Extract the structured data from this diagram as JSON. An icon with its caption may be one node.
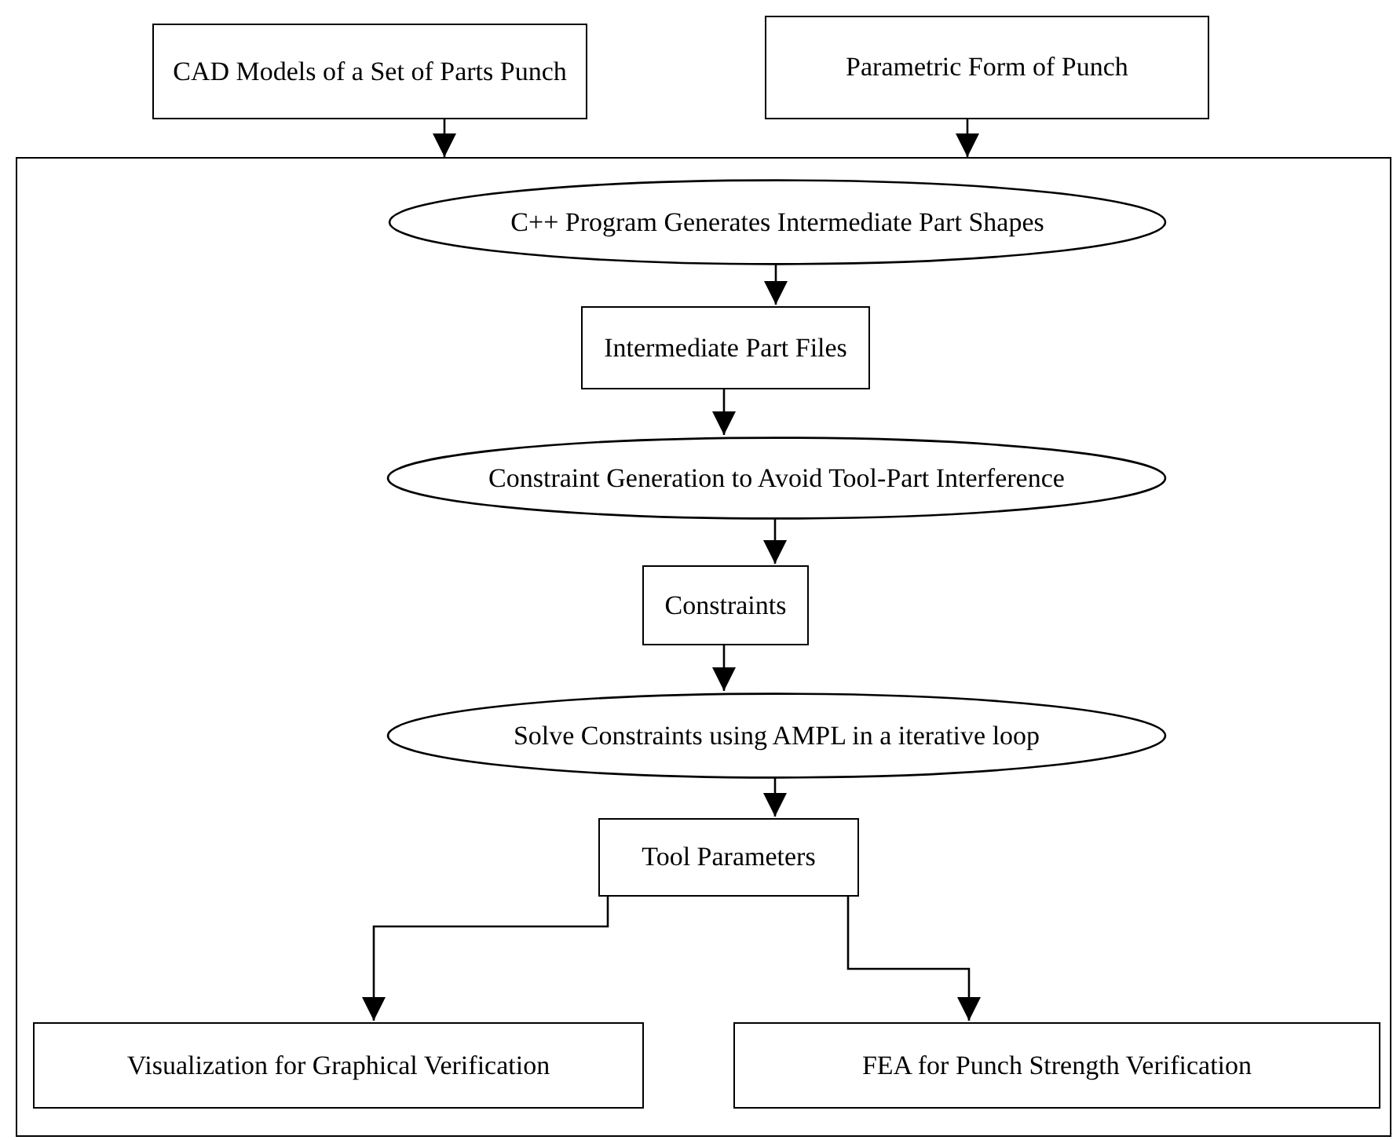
{
  "diagram": {
    "nodes": [
      {
        "text": [
          "CAD Models of a Set of Parts Punch"
        ]
      },
      {
        "text": [
          "Parametric Form of Punch"
        ]
      },
      {
        "text": [],
        "shape": "box"
      },
      {
        "text": [
          "C++ Program Generates Intermediate Part Shapes"
        ],
        "in": 2
      },
      {
        "text": [
          "Intermediate Part Files"
        ],
        "in": 2
      },
      {
        "text": [
          "Constraint Generation to Avoid Tool-Part Interference"
        ],
        "in": 2
      },
      {
        "text": [
          "Constraints"
        ],
        "in": 2
      },
      {
        "text": [
          "Solve Constraints using AMPL in a iterative loop"
        ],
        "in": 2
      },
      {
        "text": [
          "Tool Parameters"
        ],
        "in": 2
      },
      {
        "text": [
          "Visualization for Graphical Verification"
        ],
        "in": 2
      },
      {
        "text": [
          "FEA for Punch Strength Verification"
        ],
        "in": 2
      }
    ],
    "edges": [
      {
        "from": 0,
        "to": 2,
        "arrow": "to"
      },
      {
        "from": 1,
        "to": 2,
        "arrow": "to"
      },
      {
        "from": 3,
        "to": 4,
        "arrow": "to"
      },
      {
        "from": 4,
        "to": 5,
        "arrow": "to"
      },
      {
        "from": 5,
        "to": 6,
        "arrow": "to"
      },
      {
        "from": 6,
        "to": 7,
        "arrow": "to"
      },
      {
        "from": 7,
        "to": 8,
        "arrow": "to"
      },
      {
        "from": 8,
        "to": 9,
        "arrow": "to"
      },
      {
        "from": 8,
        "to": 10,
        "arrow": "to"
      }
    ]
  }
}
